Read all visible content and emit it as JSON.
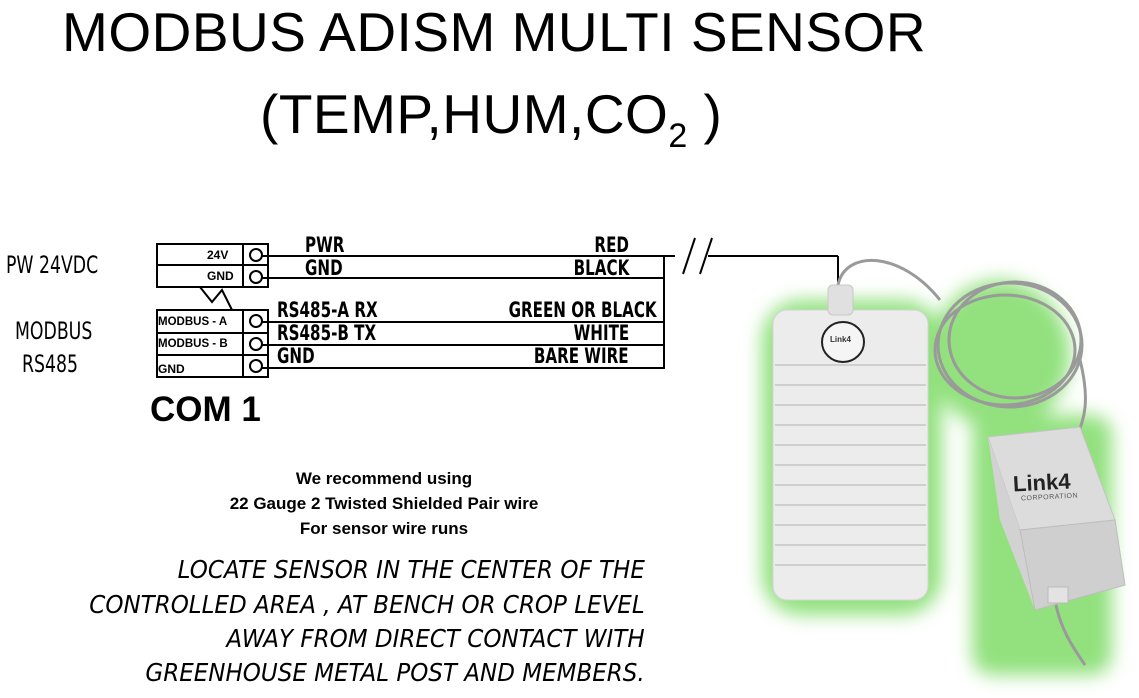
{
  "title": {
    "line1": "MODBUS ADISM MULTI SENSOR",
    "line2": "(TEMP,HUM,CO",
    "line2_sub": "2",
    "line2_end": " )"
  },
  "side_labels": {
    "power": "PW 24VDC",
    "modbus_1": "MODBUS",
    "modbus_2": "RS485"
  },
  "terminals": [
    "24V",
    "GND",
    "MODBUS - A",
    "MODBUS - B",
    "GND"
  ],
  "wires": [
    {
      "signal": "PWR",
      "color": "RED"
    },
    {
      "signal": "GND",
      "color": "BLACK"
    },
    {
      "signal": "RS485-A RX",
      "color": "GREEN OR BLACK"
    },
    {
      "signal": "RS485-B TX",
      "color": "WHITE"
    },
    {
      "signal": "GND",
      "color": "BARE WIRE"
    }
  ],
  "port_label": "COM 1",
  "recommendation": [
    "We recommend using",
    "22 Gauge 2 Twisted Shielded Pair wire",
    "For sensor wire runs"
  ],
  "placement_note": [
    "LOCATE SENSOR IN THE CENTER OF THE",
    "CONTROLLED AREA , AT BENCH OR CROP LEVEL",
    "AWAY FROM DIRECT CONTACT WITH",
    "GREENHOUSE METAL POST AND MEMBERS."
  ],
  "logo": {
    "brand": "Link4",
    "sub": "CORPORATION"
  },
  "colors": {
    "glow": "#8fe07a",
    "device": "#e6e6e6",
    "cable": "#9a9a9a"
  }
}
